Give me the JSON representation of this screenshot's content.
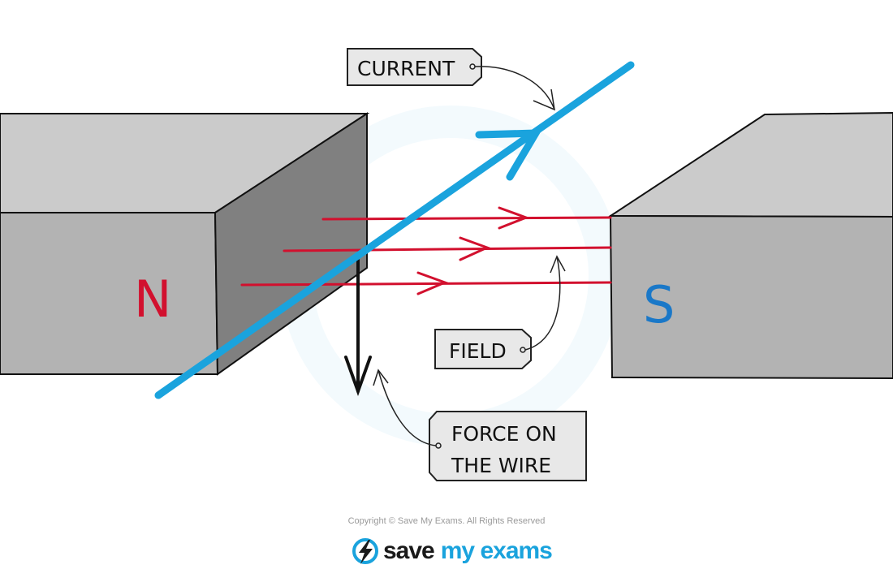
{
  "diagram": {
    "title": "Force on a current-carrying wire in a magnetic field",
    "north_pole_label": "N",
    "south_pole_label": "S",
    "labels": {
      "current": "CURRENT",
      "field": "FIELD",
      "force_line1": "FORCE  ON",
      "force_line2": "THE  WIRE"
    },
    "colors": {
      "wire": "#1aa3dd",
      "field_lines": "#d2102e",
      "north_label": "#d2102e",
      "south_label": "#1a78c8",
      "force_arrow": "#111111"
    },
    "field_line_count": 3
  },
  "footer": {
    "copyright": "Copyright © Save My Exams. All Rights Reserved",
    "brand_word1": "save",
    "brand_word2": "my exams"
  }
}
